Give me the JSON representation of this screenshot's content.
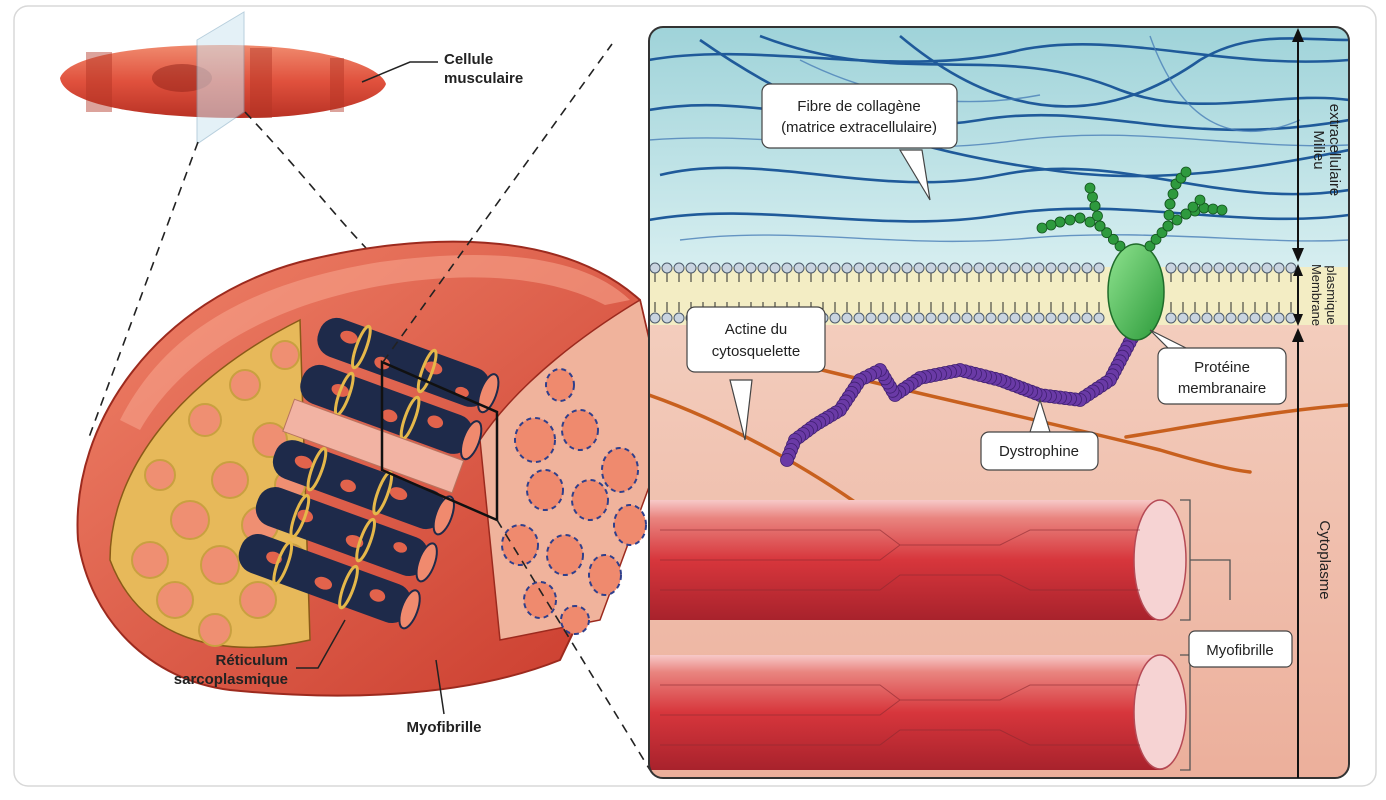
{
  "labels": {
    "cell_line1": "Cellule",
    "cell_line2": "musculaire",
    "collagen_line1": "Fibre  de collagène",
    "collagen_line2": "(matrice extracellulaire)",
    "actin_line1": "Actine du",
    "actin_line2": "cytosquelette",
    "protein_line1": "Protéine",
    "protein_line2": "membranaire",
    "dystrophin": "Dystrophine",
    "myofibril_right": "Myofibrille",
    "reticulum_line1": "Réticulum",
    "reticulum_line2": "sarcoplasmique",
    "myofibril_left": "Myofibrille"
  },
  "axis": {
    "extracellular_line1": "Milieu",
    "extracellular_line2": "extracellulaire",
    "membrane_line1": "Membrane",
    "membrane_line2": "plasmique",
    "cytoplasm": "Cytoplasme"
  },
  "colors": {
    "extracellular_bg": "#bfe3e6",
    "membrane_bg": "#f3edc4",
    "cytoplasm_bg": "#f2c8b8",
    "collagen": "#1f5a9a",
    "dystrophin": "#6a3aa6",
    "protein": "#3fb04a",
    "actin": "#c8601e",
    "muscle": "#d94c3a"
  }
}
